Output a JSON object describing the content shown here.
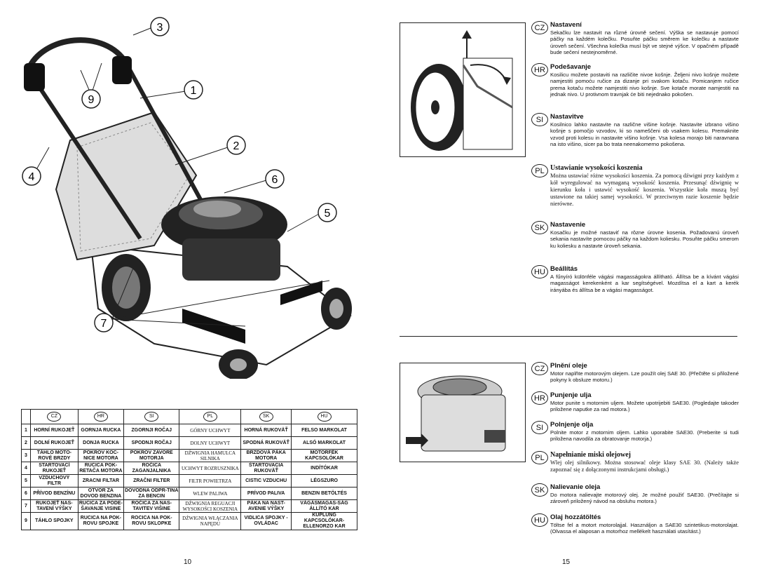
{
  "left_page": {
    "callouts": [
      "3",
      "9",
      "1",
      "2",
      "4",
      "6",
      "5",
      "7"
    ],
    "table": {
      "languages": [
        "CZ",
        "HR",
        "SI",
        "PL",
        "SK",
        "HU"
      ],
      "rows": [
        {
          "num": "1",
          "cells": [
            "HORNÍ RUKOJEŤ",
            "GORNJA RUCKA",
            "ZGORNJI ROČAJ",
            "GÓRNY UCHWYT",
            "HORNÁ RUKOVÄŤ",
            "FELSO MARKOLAT"
          ]
        },
        {
          "num": "2",
          "cells": [
            "DOLNÍ RUKOJEŤ",
            "DONJA RUCKA",
            "SPODNJI ROČAJ",
            "DOLNY UCHWYT",
            "SPODNÁ RUKOVÄŤ",
            "ALSÓ MARKOLAT"
          ]
        },
        {
          "num": "3",
          "cells": [
            "TÁHLO MOTO-ROVÉ BRZDY",
            "POKROV KOC-NICE MOTORA",
            "POKROV ZAVORE MOTORJA",
            "DŹWIGNIA HAMULCA SILNIKA",
            "BRZDOVÁ PÁKA MOTORA",
            "MOTORFÉK KAPCSOLÓKAR"
          ]
        },
        {
          "num": "4",
          "cells": [
            "STARTOVACÍ RUKOJEŤ",
            "RUCICA POK-RETAČA MOTORA",
            "ROČICA ZAGANJALNIKA",
            "UCHWYT ROZRUSZNIKA",
            "ŠTARTOVACIA RUKOVÄŤ",
            "INDÍTÓKAR"
          ]
        },
        {
          "num": "5",
          "cells": [
            "VZDUCHOVÝ FILTR",
            "ZRACNI FILTAR",
            "ZRAČNI FILTER",
            "FILTR POWIETRZA",
            "CISTIC VZDUCHU",
            "LÉGSZURO"
          ]
        },
        {
          "num": "6",
          "cells": [
            "PŘÍVOD BENZÍNU",
            "OTVOR ZA DOVOD BENZINA",
            "DOVODNA ODPR-TINA ZA BENCIN",
            "WLEW PALIWA",
            "PRÍVOD PALIVA",
            "BENZIN BETÖLTÉS"
          ]
        },
        {
          "num": "7",
          "cells": [
            "RUKOJEŤ NAS-TAVENÍ VÝŠKY",
            "RUCICA ZA PODE-ŠAVANJE VISINE",
            "ROČICA ZA NAS-TAVITEV VIŠINE",
            "DŹWIGNIA REGUACJI WYSOKOŚCI KOSZENIA",
            "PÁKA NA NAST-AVENIE VÝŠKY",
            "VÁGÁSMAGAS-SÁG ÁLLÍTÓ KAR"
          ]
        },
        {
          "num": "9",
          "cells": [
            "TÁHLO SPOJKY",
            "RUCICA NA POK-ROVU SPOJKE",
            "ROCICA NA POK-ROVU SKLOPKE",
            "DŹWIGNIA WŁĄCZANIA NAPĘDU",
            "VIDLICA SPOJKY - OVLÁDAC",
            "KUPLUNG KAPCSOLÓKAR-ELLENORZO KAR"
          ]
        }
      ]
    },
    "page_number": "10"
  },
  "right_page": {
    "height_sections": [
      {
        "lang": "CZ",
        "title": "Nastavení",
        "body": "Sekačku lze nastavit na různé úrovně sečení. Výška se nastavuje pomocí páčky na každém kolečku. Posuňte páčku směrem ke kolečku a nastavte úroveň sečení. Všechna kolečka musí být ve stejné výšce. V opačném případě bude sečení nestejnoměrné."
      },
      {
        "lang": "HR",
        "title": "Podešavanje",
        "body": "Kosilicu možete postaviti na različite nivoe košnje. Željeni nivo košnje možete namjestiti pomoću ručice za dizanje pri svakom kotaču. Pomicanjem ručice prema kotaču možete namjestiti nivo košnje. Sve kotače morate namjestiti na jednak nivo. U protivnom travnjak će biti nejednako pokošen."
      },
      {
        "lang": "SI",
        "title": "Nastavitve",
        "body": "Kosilnico lahko nastavite na različne višine košnje. Nastavite izbrano višino košnje s pomočjo vzvodov, ki so nameščeni ob vsakem kolesu. Premaknite vzvod proti kolesu in nastavite višino košnje. Vsa kolesa morajo biti naravnana na isto višino, sicer pa bo trata neenakomerno pokošena."
      },
      {
        "lang": "PL",
        "title": "Ustawianie wysokości koszenia",
        "body": "Można ustawiać różne wysokości koszenia. Za pomocą dźwigni przy każdym z kół wyregulować na wymaganą wysokość koszenia. Przesunąć dźwignię w kierunku koła i ustawić wysokość koszenia. Wszystkie koła muszą być ustawione na takiej samej wysokości. W przeciwnym razie koszenie będzie nierówne."
      },
      {
        "lang": "SK",
        "title": "Nastavenie",
        "body": "Kosačku je možné nastaviť na rôzne úrovne kosenia. Požadovanú úroveň sekania nastavíte pomocou páčky na každom koliesku. Posuňte páčku smerom ku koliesku a nastavte úroveň sekania."
      },
      {
        "lang": "HU",
        "title": "Beállítás",
        "body": "A fűnyíró különféle vágási magasságokra állítható. Állítsa be a kívánt vágási magasságot kerekenként a kar segítségével. Mozdítsa el a kart a kerék irányába és állítsa be a vágási magasságot."
      }
    ],
    "oil_sections": [
      {
        "lang": "CZ",
        "title": "Plnění oleje",
        "body": "Motor naplňte motorovým olejem. Lze použít olej SAE 30. (Přečtěte si přiložené pokyny k obsluze motoru.)"
      },
      {
        "lang": "HR",
        "title": "Punjenje ulja",
        "body": "Motor punite s motornim uljem. Možete upotrijebiti SAE30. (Pogledajte takoder priložene naputke za rad motora.)"
      },
      {
        "lang": "SI",
        "title": "Polnjenje olja",
        "body": "Polnite motor z motornim oljem. Lahko uporabite SAE30. (Preberite si tudi priložena navodila za obratovanje motorja.)"
      },
      {
        "lang": "PL",
        "title": "Napełnianie miski olejowej",
        "body": "Wlej olej silnikowy. Można stosować oleje klasy SAE 30. (Należy także zapoznać się z dołączonymi instrukcjami obsługi.)"
      },
      {
        "lang": "SK",
        "title": "Nalievanie oleja",
        "body": "Do motora nalievajte motorový olej. Je možné použiť SAE30. (Prečítajte si zároveň priložený návod na obsluhu motora.)"
      },
      {
        "lang": "HU",
        "title": "Olaj hozzátöltés",
        "body": "Töltse fel a motort motorolajjal. Használjon a SAE30 szintetikus-motorolajat. (Olvassa el alaposan a motorhoz mellékelt használati utasítást.)"
      }
    ],
    "page_number": "15"
  }
}
